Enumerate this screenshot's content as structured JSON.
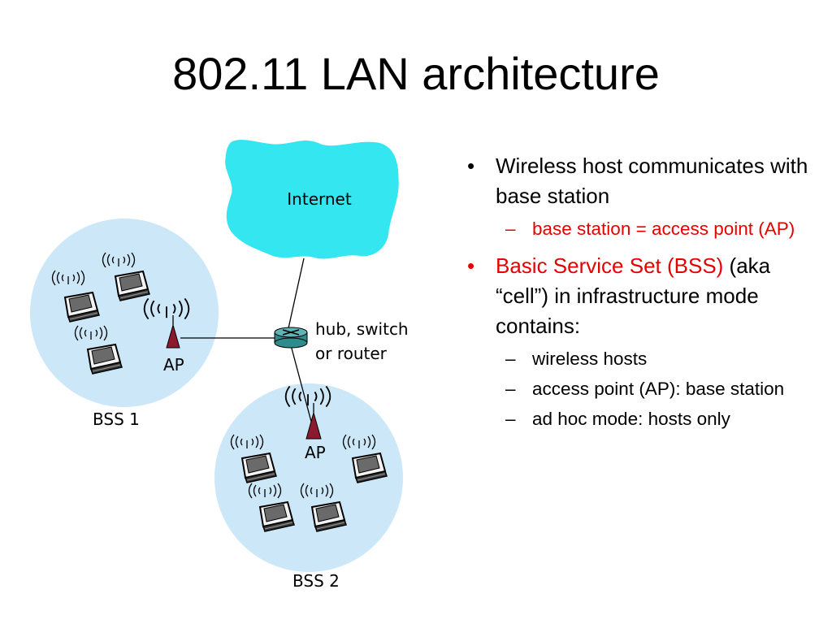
{
  "title": "802.11 LAN architecture",
  "diagram": {
    "cloud_label": "Internet",
    "router_label_line1": "hub, switch",
    "router_label_line2": "or router",
    "bss1_label": "BSS 1",
    "bss2_label": "BSS 2",
    "ap1_label": "AP",
    "ap2_label": "AP",
    "colors": {
      "cloud": "#33e6f0",
      "cell": "#cce8f8",
      "router": "#2f8c8c",
      "ap": "#8b1a2e"
    }
  },
  "bullets": [
    {
      "mark": "•",
      "text": "Wireless host communicates with base station",
      "color": "#000000",
      "sub": [
        {
          "mark": "–",
          "text": "base station = access point (AP)",
          "color": "#e60000"
        }
      ]
    },
    {
      "mark": "•",
      "text_red": "Basic Service Set (BSS)",
      "text_black": " (aka “cell”) in infrastructure mode contains:",
      "sub": [
        {
          "mark": "–",
          "text": "wireless hosts"
        },
        {
          "mark": "–",
          "text": "access point (AP): base station"
        },
        {
          "mark": "–",
          "text": "ad hoc mode: hosts only"
        }
      ]
    }
  ]
}
